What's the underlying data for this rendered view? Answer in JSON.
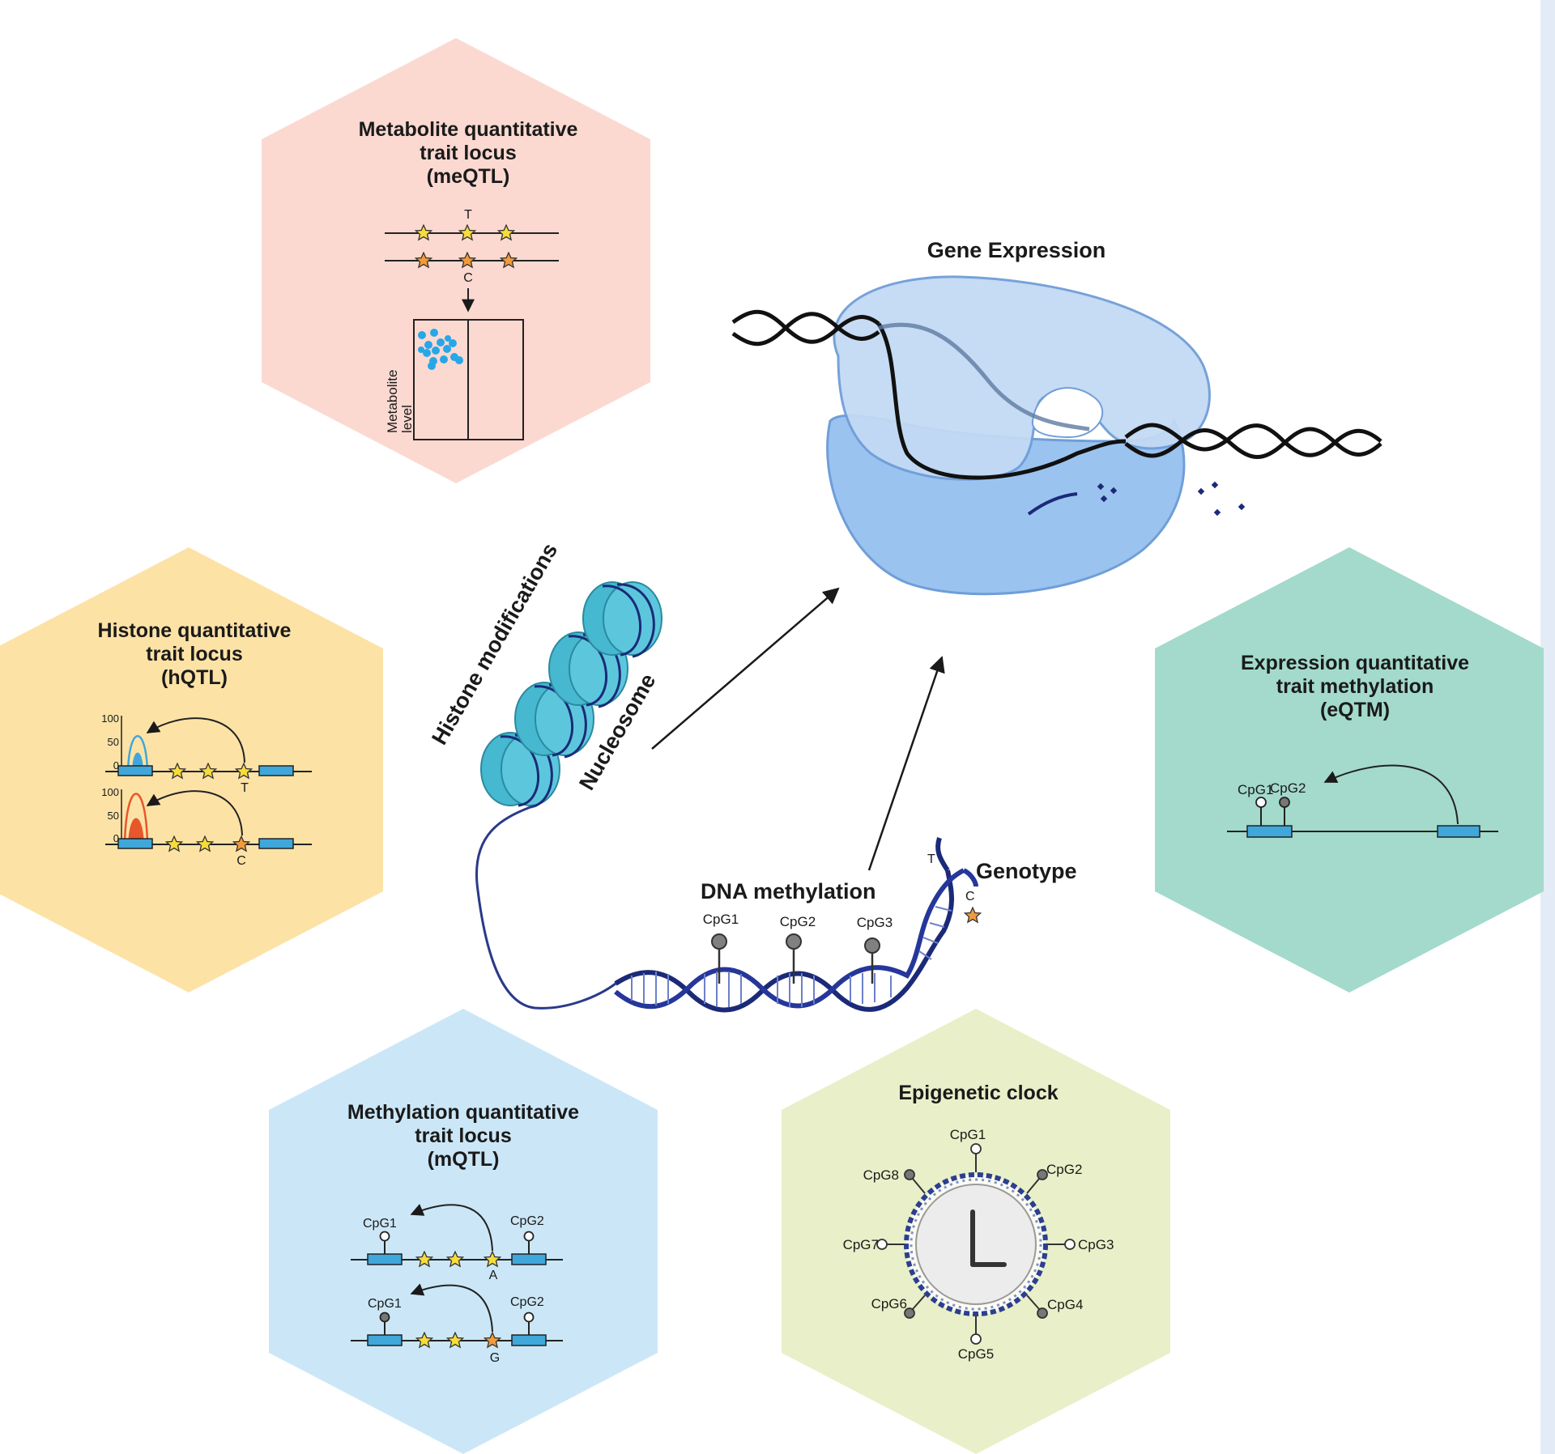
{
  "colors": {
    "meqtl_bg": "#fbd9d1",
    "hqtl_bg": "#fde2a6",
    "eqtm_bg": "#a3dacb",
    "mqtl_bg": "#cbe7f7",
    "clock_bg": "#e9efc8",
    "dna_dark": "#1b2a78",
    "nucleosome": "#46b8cf",
    "polymerase": "#b7d2f1",
    "gene_box": "#3fa7da",
    "star_yellow": "#f7dc3a",
    "star_orange": "#f39a3b"
  },
  "meqtl": {
    "title": [
      "Metabolite quantitative",
      "trait locus",
      "(meQTL)"
    ],
    "allele_top": "T",
    "allele_bottom": "C",
    "axis_label": [
      "Metabolite",
      "level"
    ]
  },
  "hqtl": {
    "title": [
      "Histone quantitative",
      "trait locus",
      "(hQTL)"
    ],
    "ticks": [
      "100",
      "50",
      "0"
    ],
    "allele_top": "T",
    "allele_bottom": "C"
  },
  "eqtm": {
    "title": [
      "Expression quantitative",
      "trait methylation",
      "(eQTM)"
    ],
    "cpg1": "CpG1",
    "cpg2": "CpG2"
  },
  "mqtl": {
    "title": [
      "Methylation quantitative",
      "trait locus",
      "(mQTL)"
    ],
    "row1": {
      "cpg1": "CpG1",
      "cpg2": "CpG2",
      "allele": "A"
    },
    "row2": {
      "cpg1": "CpG1",
      "cpg2": "CpG2",
      "allele": "G"
    }
  },
  "clock": {
    "title": "Epigenetic clock",
    "sites": [
      "CpG1",
      "CpG2",
      "CpG3",
      "CpG4",
      "CpG5",
      "CpG6",
      "CpG7",
      "CpG8"
    ]
  },
  "center": {
    "gene_expression": "Gene Expression",
    "histone_modifications": "Histone modifications",
    "nucleosome": "Nucleosome",
    "dna_methylation": "DNA methylation",
    "genotype": "Genotype",
    "allele_top": "T",
    "allele_bottom": "C",
    "cpg_labels": [
      "CpG1",
      "CpG2",
      "CpG3"
    ]
  }
}
